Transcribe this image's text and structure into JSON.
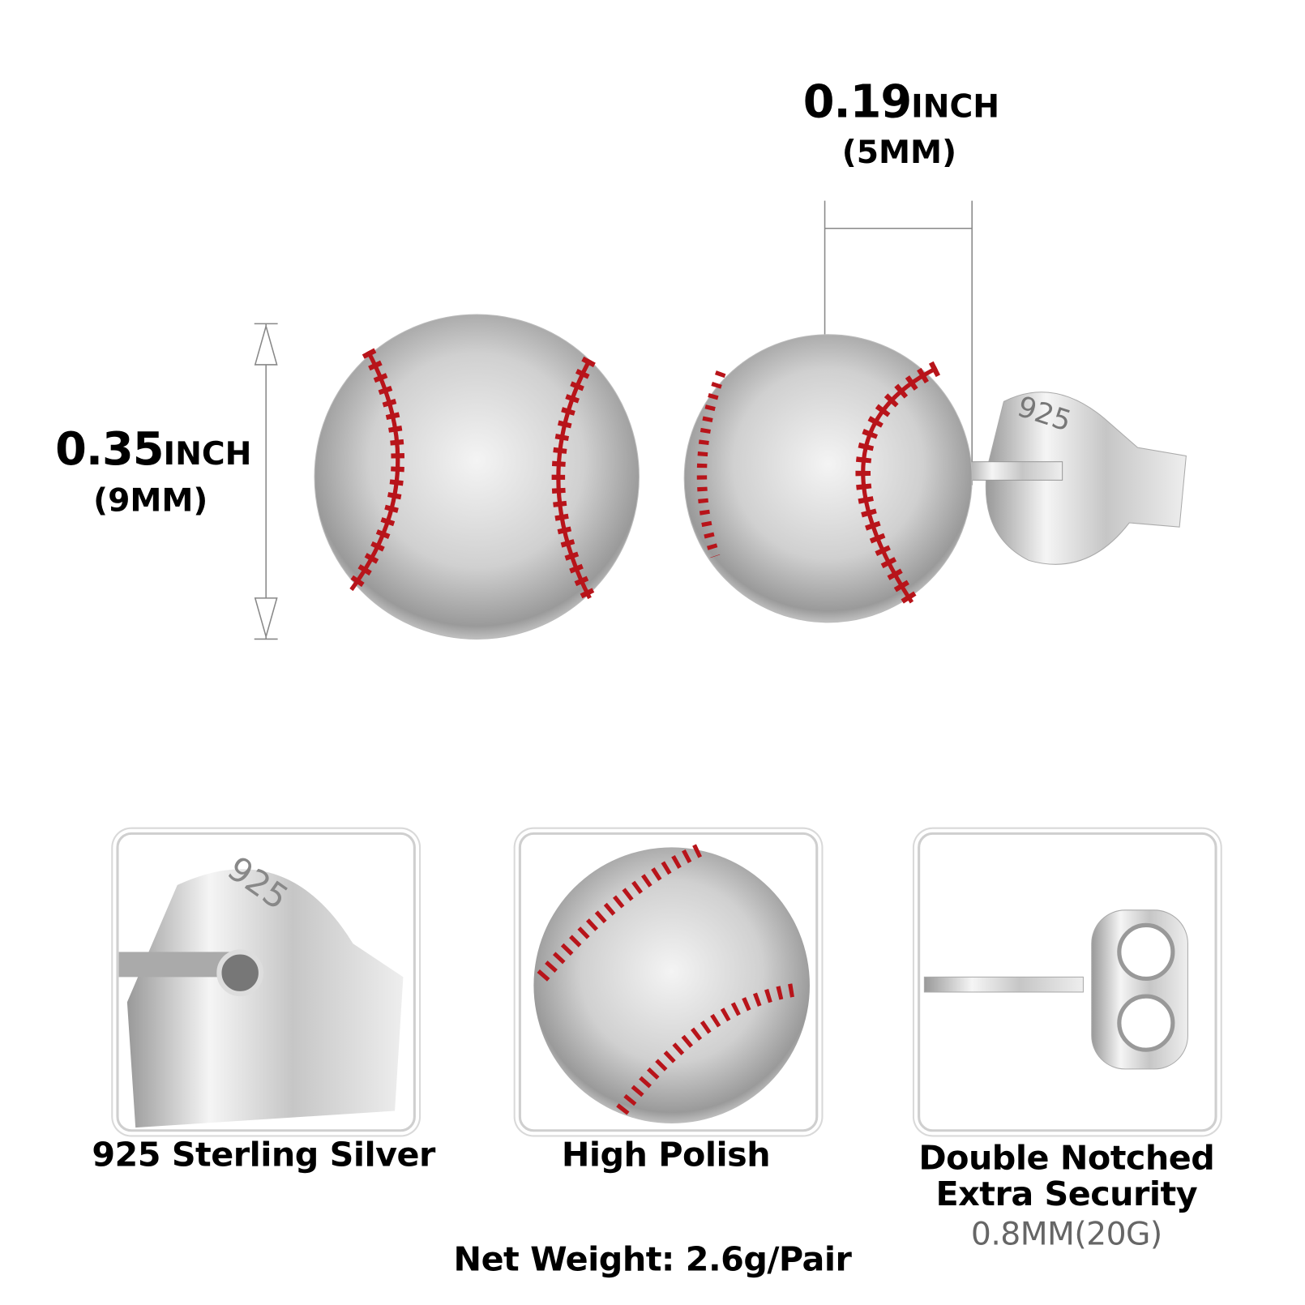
{
  "dimensions": {
    "width": {
      "value": "0.19",
      "unit": "INCH",
      "metric": "(5MM)"
    },
    "height": {
      "value": "0.35",
      "unit": "INCH",
      "metric": "(9MM)"
    }
  },
  "stamp": "925",
  "features": [
    {
      "label": "925 Sterling Silver"
    },
    {
      "label": "High Polish"
    },
    {
      "label": "Double Notched",
      "label2": "Extra Security",
      "detail": "0.8MM(20G)"
    }
  ],
  "net_weight": "Net Weight: 2.6g/Pair",
  "colors": {
    "stitch": "#b8141a",
    "silver": "#d8d8d8",
    "frame": "#cfcfcf"
  }
}
